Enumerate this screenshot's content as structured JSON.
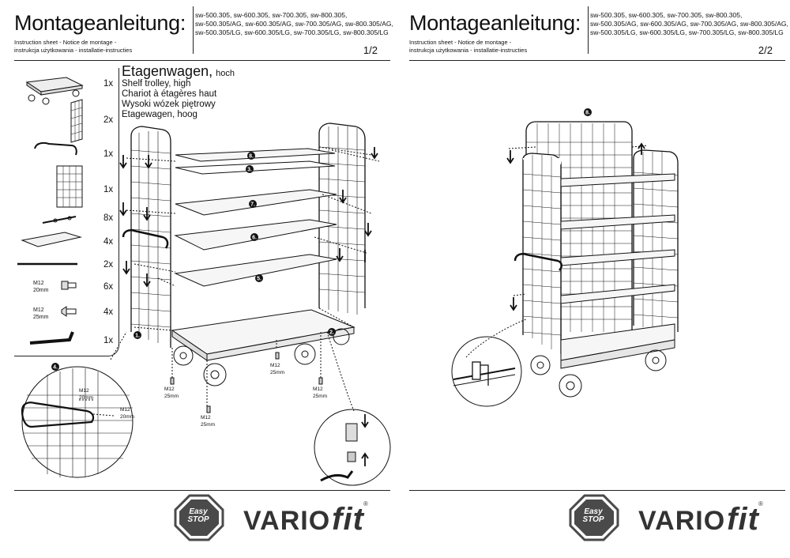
{
  "header": {
    "title": "Montageanleitung:",
    "subtitle_lines": [
      "Instruction sheet - Notice de montage -",
      "instrukcja użytkowania - installatie-instructies"
    ],
    "model_lines": [
      "sw-500.305, sw-600.305, sw-700.305, sw-800.305,",
      "sw-500.305/AG, sw-600.305/AG, sw-700.305/AG, sw-800.305/AG,",
      "sw-500.305/LG, sw-600.305/LG, sw-700.305/LG, sw-800.305/LG"
    ]
  },
  "pages": [
    {
      "number": "1/2"
    },
    {
      "number": "2/2"
    }
  ],
  "product": {
    "title": "Etagenwagen,",
    "title_suffix": "hoch",
    "translations": [
      "Shelf trolley, high",
      "Chariot à étagères haut",
      "Wysoki wózek piętrowy",
      "Etagewagen, hoog"
    ]
  },
  "parts": [
    {
      "icon": "trolley-base-icon",
      "count": "1x",
      "spec": ""
    },
    {
      "icon": "mesh-side-panel-icon",
      "count": "2x",
      "spec": ""
    },
    {
      "icon": "push-handle-icon",
      "count": "1x",
      "spec": ""
    },
    {
      "icon": "mesh-back-panel-icon",
      "count": "1x",
      "spec": ""
    },
    {
      "icon": "shelf-bracket-icon",
      "count": "8x",
      "spec": ""
    },
    {
      "icon": "shelf-board-icon",
      "count": "4x",
      "spec": ""
    },
    {
      "icon": "rod-icon",
      "count": "2x",
      "spec": ""
    },
    {
      "icon": "bolt-icon",
      "count": "6x",
      "spec": "M12\n20mm"
    },
    {
      "icon": "screw-icon",
      "count": "4x",
      "spec": "M12\n25mm"
    },
    {
      "icon": "allen-key-icon",
      "count": "1x",
      "spec": ""
    }
  ],
  "steps": [
    "1.",
    "2.",
    "3.",
    "4.",
    "5.",
    "6.",
    "7.",
    "8."
  ],
  "screw_labels": {
    "m12": "M12",
    "len20": "20mm",
    "len25": "25mm"
  },
  "brand": {
    "badge_line1": "Easy",
    "badge_line2": "STOP",
    "name": "VARIO",
    "name_suffix": "fit",
    "reg": "®"
  },
  "colors": {
    "ink": "#111111",
    "logo_gray": "#333333",
    "badge_fill": "#4a4a4a"
  }
}
